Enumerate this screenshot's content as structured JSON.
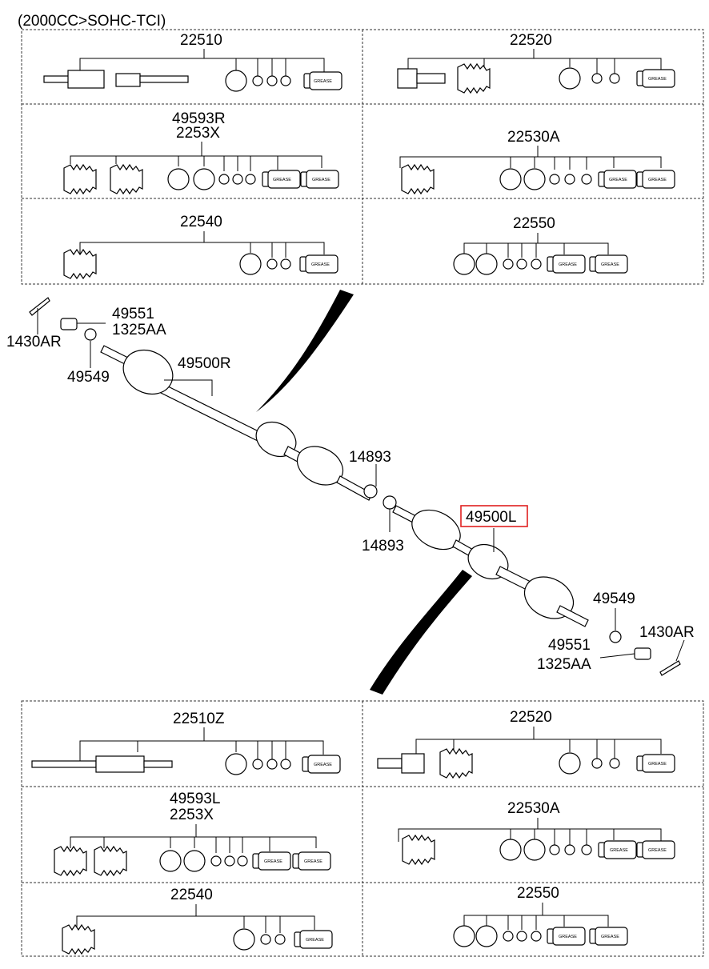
{
  "header": {
    "spec": "(2000CC>SOHC-TCI)"
  },
  "kit_label": "GREASE",
  "top_panel": {
    "boxes": [
      {
        "part_no": "22510"
      },
      {
        "part_no": "22520"
      },
      {
        "part_no": "49593R",
        "part_no_2": "2253X"
      },
      {
        "part_no": "22530A"
      },
      {
        "part_no": "22540"
      },
      {
        "part_no": "22550"
      }
    ]
  },
  "bottom_panel": {
    "boxes": [
      {
        "part_no": "22510Z"
      },
      {
        "part_no": "22520"
      },
      {
        "part_no": "49593L",
        "part_no_2": "2253X"
      },
      {
        "part_no": "22530A"
      },
      {
        "part_no": "22540"
      },
      {
        "part_no": "22550"
      }
    ]
  },
  "callouts": {
    "bolt_right": "1430AR",
    "nut_right": "49551",
    "nut_right_2": "1325AA",
    "washer_right": "49549",
    "shaft_right": "49500R",
    "ring_upper": "14893",
    "ring_lower": "14893",
    "shaft_left": "49500L",
    "washer_left": "49549",
    "bolt_left": "1430AR",
    "nut_left": "49551",
    "nut_left_2": "1325AA"
  },
  "highlight": {
    "target": "49500L",
    "color": "#e02020"
  }
}
